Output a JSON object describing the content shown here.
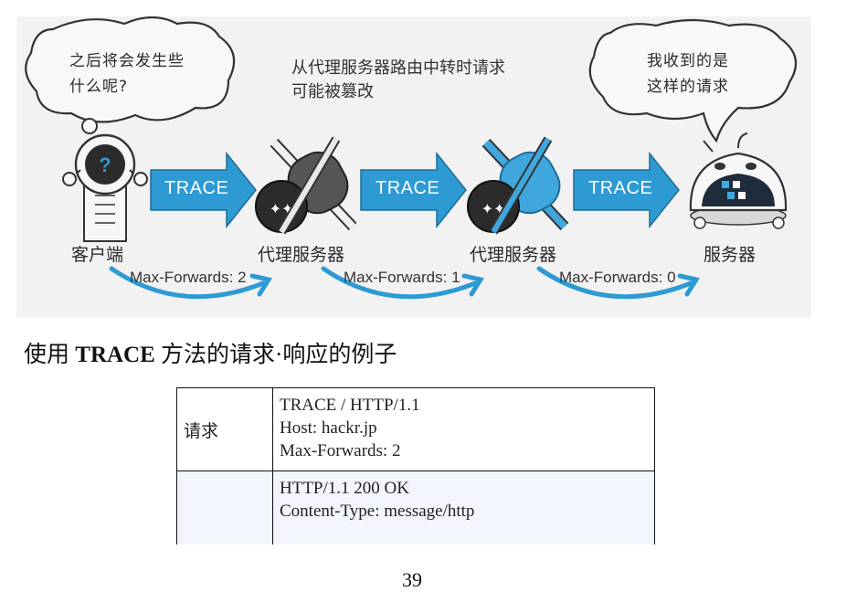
{
  "figure": {
    "client_bubble": [
      "之后将会发生些",
      "什么呢?"
    ],
    "caption": [
      "从代理服务器路由中转时请求",
      "可能被篡改"
    ],
    "server_bubble": [
      "我收到的是",
      "这样的请求"
    ],
    "nodes": [
      "客户端",
      "代理服务器",
      "代理服务器",
      "服务器"
    ],
    "arrows": [
      "TRACE",
      "TRACE",
      "TRACE"
    ],
    "max_forwards": [
      "Max-Forwards: 2",
      "Max-Forwards: 1",
      "Max-Forwards: 0"
    ],
    "colors": {
      "arrow": "#2e9ad3",
      "curve": "#2e9ad3",
      "dark": "#2b2b2b"
    }
  },
  "section_title": {
    "prefix": "使用 ",
    "bold": "TRACE",
    "suffix": " 方法的请求·响应的例子"
  },
  "table": {
    "request": {
      "label": "请求",
      "lines": [
        "TRACE / HTTP/1.1",
        "Host: hackr.jp",
        "Max-Forwards: 2"
      ]
    },
    "response": {
      "label": "",
      "lines": [
        "HTTP/1.1 200 OK",
        "Content-Type: message/http"
      ]
    }
  },
  "page_number": "39"
}
